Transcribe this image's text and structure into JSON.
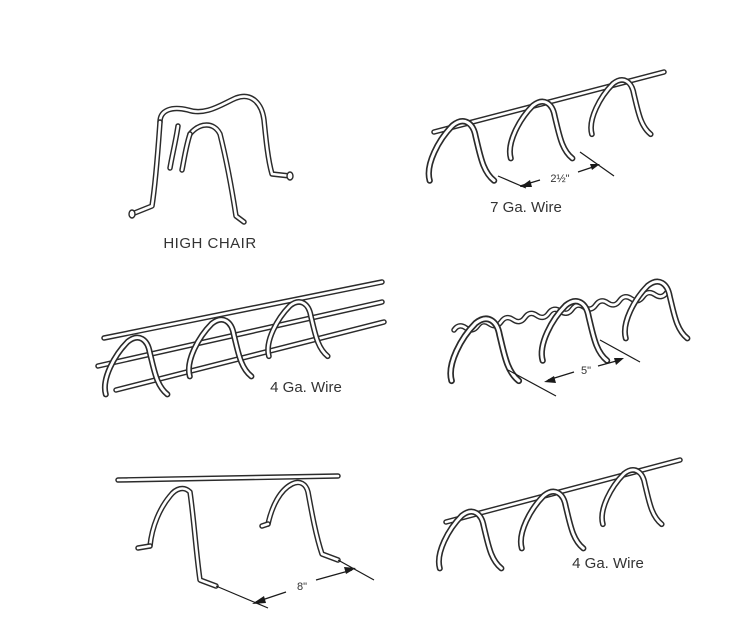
{
  "figures": {
    "high_chair": {
      "label": "HIGH CHAIR"
    },
    "continuous_7ga": {
      "dimension": "2½\"",
      "label": "7 Ga. Wire"
    },
    "continuous_4ga_multi": {
      "label": "4 Ga. Wire"
    },
    "corrugated": {
      "dimension": "5\""
    },
    "upper_high_chair": {
      "dimension": "8\""
    },
    "continuous_4ga": {
      "label": "4 Ga. Wire"
    }
  }
}
